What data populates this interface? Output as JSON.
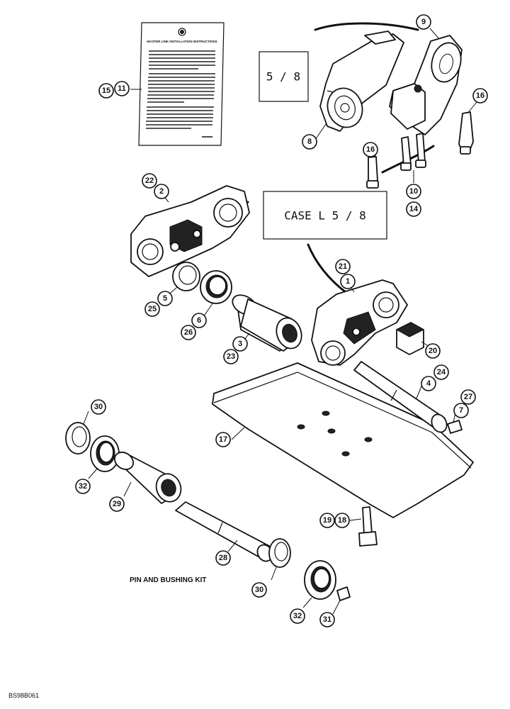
{
  "diagram": {
    "labels": {
      "instruction_title": "MASTER LINK INSTALLATION INSTRUCTIONS",
      "box_small": "5 / 8",
      "box_large": "CASE  L  5 / 8",
      "kit_label": "PIN AND BUSHING KIT",
      "drawing_number": "BS98B061"
    },
    "callouts": {
      "c1": "1",
      "c2": "2",
      "c3": "3",
      "c4": "4",
      "c5": "5",
      "c6": "6",
      "c7": "7",
      "c8": "8",
      "c9": "9",
      "c10": "10",
      "c11": "11",
      "c14": "14",
      "c15": "15",
      "c16a": "16",
      "c16b": "16",
      "c17": "17",
      "c18": "18",
      "c19": "19",
      "c20": "20",
      "c21": "21",
      "c22": "22",
      "c23": "23",
      "c24": "24",
      "c25": "25",
      "c26": "26",
      "c27": "27",
      "c28": "28",
      "c29": "29",
      "c30a": "30",
      "c30b": "30",
      "c31": "31",
      "c32a": "32",
      "c32b": "32"
    }
  }
}
